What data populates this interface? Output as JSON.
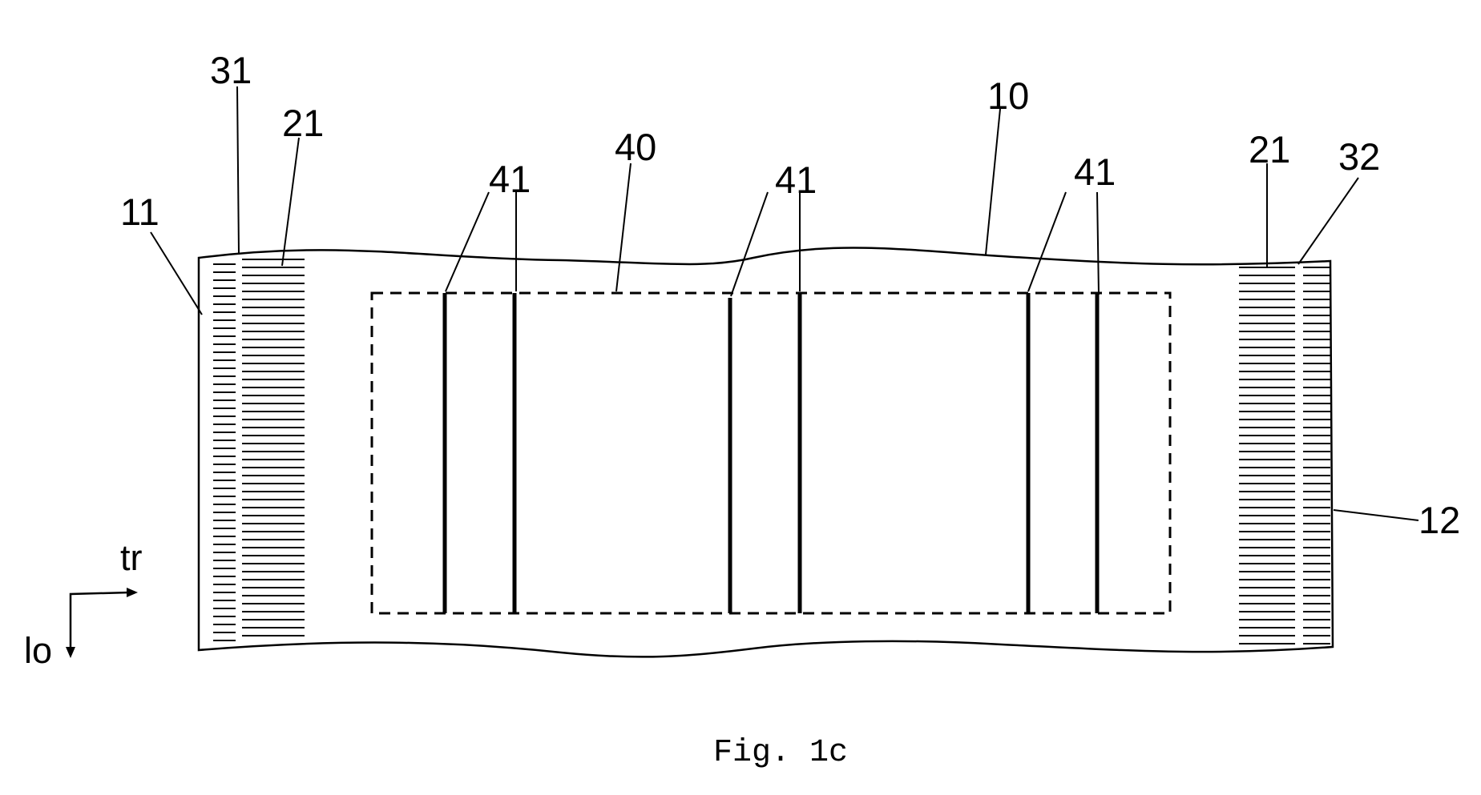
{
  "figure": {
    "caption": "Fig. 1c",
    "axis": {
      "transverse": "tr",
      "longitudinal": "lo"
    },
    "reference_numerals": [
      {
        "id": "31",
        "part": "left-hatch-outer"
      },
      {
        "id": "21",
        "part": "left-hatch-inner"
      },
      {
        "id": "11",
        "part": "left-edge"
      },
      {
        "id": "40",
        "part": "dashed-zone"
      },
      {
        "id": "41",
        "part": "bar-1"
      },
      {
        "id": "41",
        "part": "bar-3"
      },
      {
        "id": "41",
        "part": "bar-5"
      },
      {
        "id": "10",
        "part": "strip-top-edge"
      },
      {
        "id": "21",
        "part": "right-hatch-inner"
      },
      {
        "id": "32",
        "part": "right-hatch-outer"
      },
      {
        "id": "12",
        "part": "right-edge"
      }
    ]
  }
}
